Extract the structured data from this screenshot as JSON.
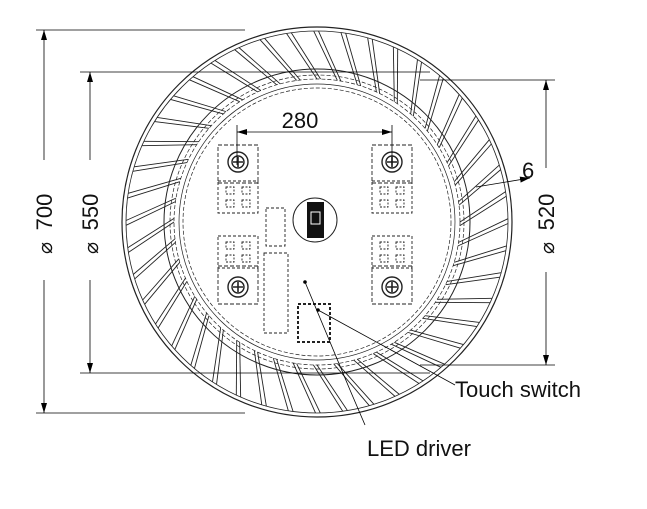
{
  "dimensions": {
    "outer_diameter": "700",
    "mirror_diameter": "550",
    "inner_diameter": "520",
    "spacing": "280",
    "fin_width": "6",
    "diameter_symbol": "⌀"
  },
  "callouts": {
    "touch_switch": "Touch switch",
    "led_driver": "LED driver"
  },
  "fin_count": 44
}
